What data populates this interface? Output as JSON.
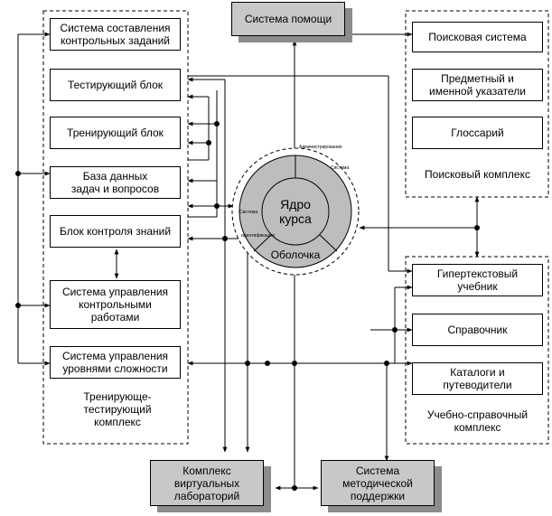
{
  "help_system": "Система помощи",
  "training_testing_complex": {
    "caption": "Тренирующе-\nтестирующий\nкомплекс",
    "items": [
      "Система составления\nконтрольных заданий",
      "Тестирующий блок",
      "Тренирующий блок",
      "База данных\nзадач и вопросов",
      "Блок контроля знаний",
      "Система управления\nконтрольными\nработами",
      "Система управления\nуровнями сложности"
    ]
  },
  "search_complex": {
    "caption": "Поисковый комплекс",
    "items": [
      "Поисковая система",
      "Предметный и\nименной указатели",
      "Глоссарий"
    ]
  },
  "reference_complex": {
    "caption": "Учебно-справочный\nкомплекс",
    "items": [
      "Гипертекстовый\nучебник",
      "Справочник",
      "Каталоги и\nпутеводители"
    ]
  },
  "virtual_labs": "Комплекс\nвиртуальных\nлабораторий",
  "methodical_support": "Система\nметодической\nподдержки",
  "core": {
    "title": "Ядро\nкурса",
    "shell": "Оболочка",
    "sector_labels": [
      "Администрирование",
      "Система",
      "Система",
      "идентификации"
    ]
  }
}
